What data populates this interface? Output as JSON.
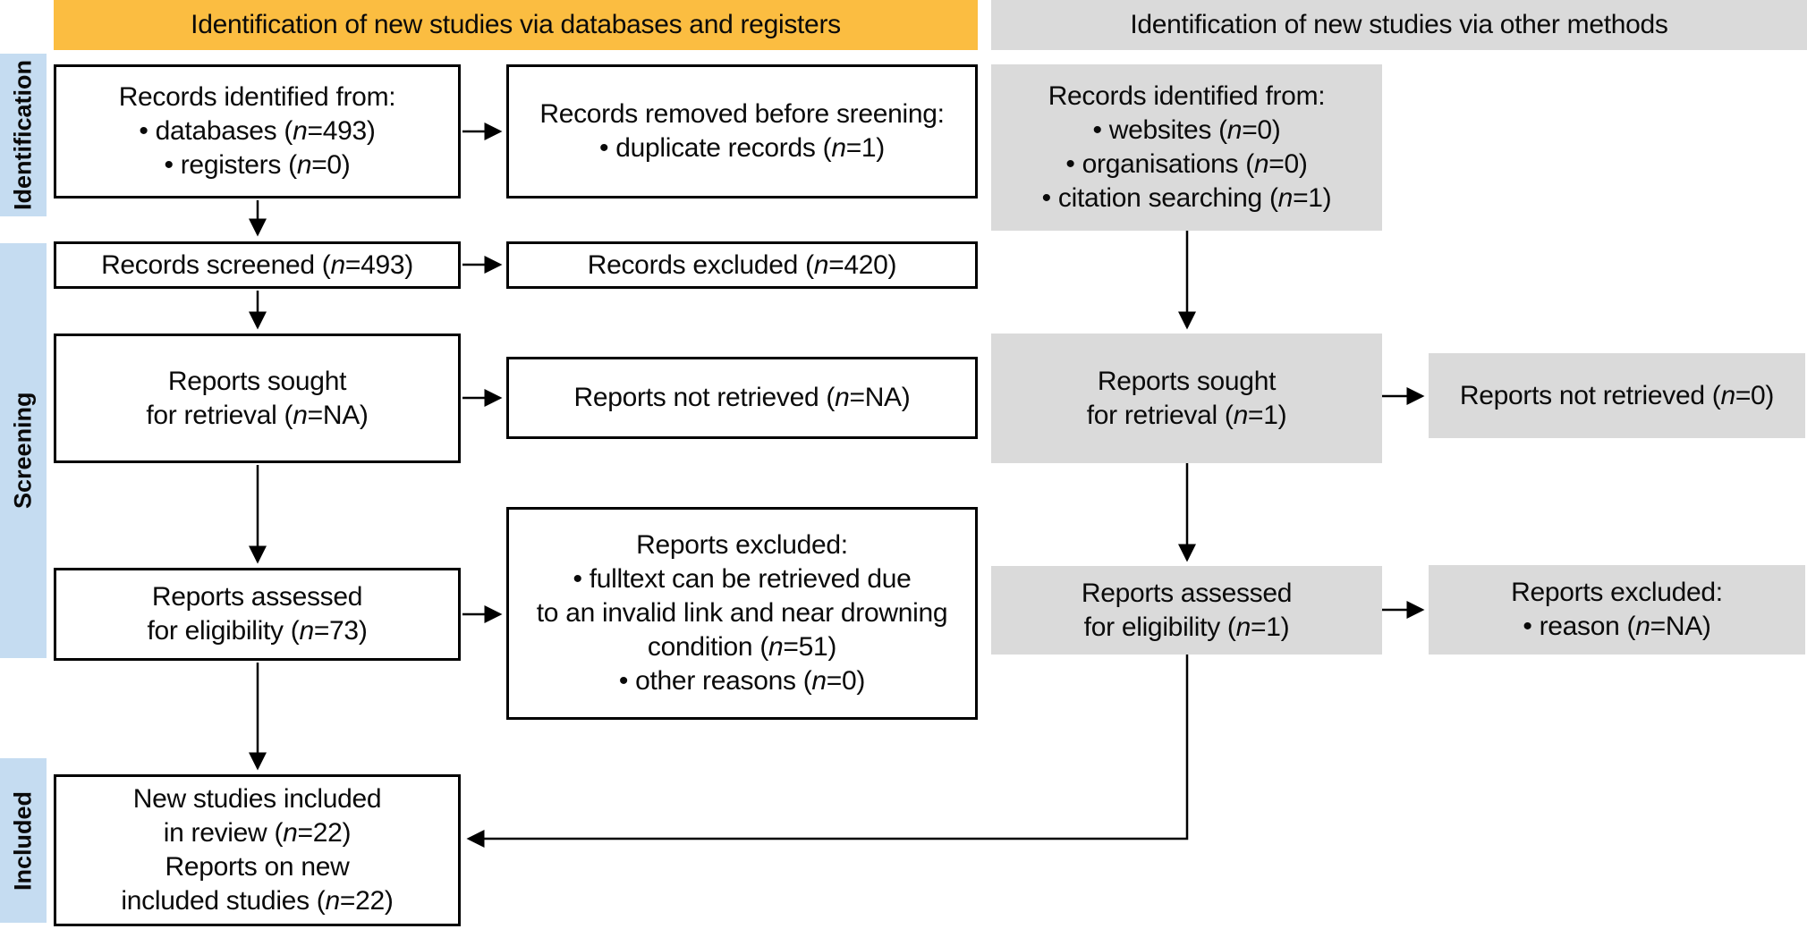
{
  "headers": {
    "databases": "Identification of new studies via databases and registers",
    "other": "Identification of new studies via other methods"
  },
  "sidebar": {
    "stages": [
      "Identification",
      "Screening",
      "Included"
    ]
  },
  "boxes": {
    "records_identified_db": [
      "Records identified from:",
      "• databases (n=493)",
      "• registers (n=0)"
    ],
    "records_removed": [
      "Records removed before sreening:",
      "• duplicate records (n=1)"
    ],
    "records_screened": [
      "Records screened (n=493)"
    ],
    "records_excluded": [
      "Records excluded (n=420)"
    ],
    "reports_sought_db": [
      "Reports sought",
      "for retrieval (n=NA)"
    ],
    "reports_not_retrieved_db": [
      "Reports not retrieved (n=NA)"
    ],
    "reports_assessed_db": [
      "Reports assessed",
      "for eligibility (n=73)"
    ],
    "reports_excluded_db": [
      "Reports excluded:",
      "• fulltext can be retrieved due",
      "to an invalid link and near drowning",
      "condition (n=51)",
      "• other reasons (n=0)"
    ],
    "new_studies_included": [
      "New studies included",
      "in review (n=22)",
      "Reports on new",
      "included studies (n=22)"
    ],
    "records_identified_other": [
      "Records identified from:",
      "• websites (n=0)",
      "• organisations (n=0)",
      "• citation searching (n=1)"
    ],
    "reports_sought_other": [
      "Reports sought",
      "for retrieval (n=1)"
    ],
    "reports_not_retrieved_other": [
      "Reports not retrieved (n=0)"
    ],
    "reports_assessed_other": [
      "Reports assessed",
      "for eligibility (n=1)"
    ],
    "reports_excluded_other": [
      "Reports excluded:",
      "• reason (n=NA)"
    ]
  },
  "colors": {
    "header_left_bg": "#FBBD41",
    "header_right_bg": "#DADADA",
    "gray_box_bg": "#DADADA",
    "sidebar_bg": "#C5DCF1",
    "line": "#000000"
  }
}
